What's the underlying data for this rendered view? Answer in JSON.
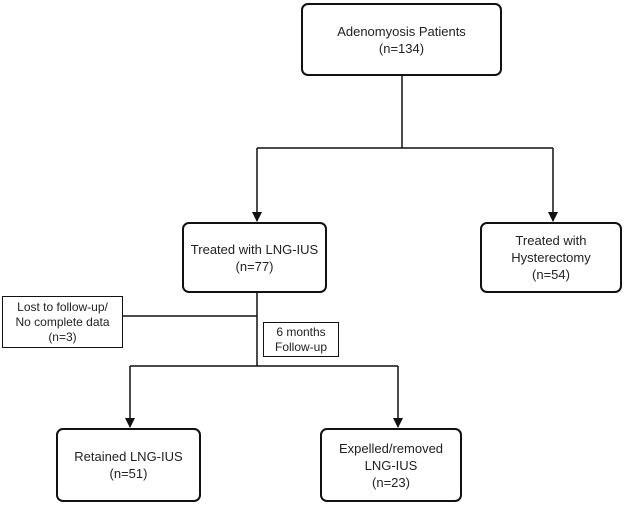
{
  "boxes": {
    "root": {
      "line1": "Adenomyosis Patients",
      "line2": "(n=134)"
    },
    "lng": {
      "line1": "Treated with LNG-IUS",
      "line2": "(n=77)"
    },
    "hyst": {
      "line1": "Treated with",
      "line2": "Hysterectomy",
      "line3": "(n=54)"
    },
    "lost": {
      "line1": "Lost to follow-up/",
      "line2": "No complete data",
      "line3": "(n=3)"
    },
    "follow": {
      "line1": "6 months",
      "line2": "Follow-up"
    },
    "retained": {
      "line1": "Retained LNG-IUS",
      "line2": "(n=51)"
    },
    "expelled": {
      "line1": "Expelled/removed",
      "line2": "LNG-IUS",
      "line3": "(n=23)"
    }
  },
  "colors": {
    "line": "#111111",
    "text": "#222222",
    "background": "#ffffff"
  }
}
